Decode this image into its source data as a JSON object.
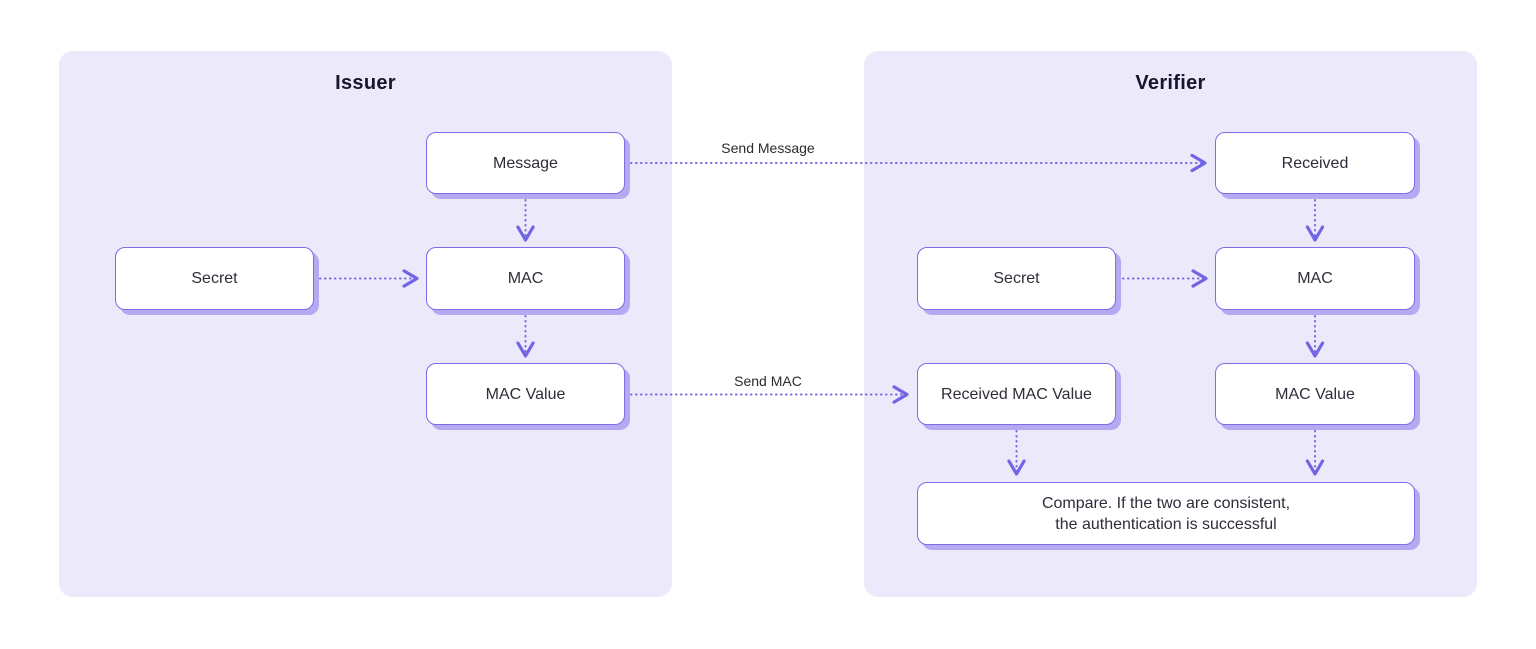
{
  "colors": {
    "page_bg": "#ffffff",
    "panel_bg": "#ece9fb",
    "node_bg": "#ffffff",
    "node_border": "#7e6de6",
    "node_shadow": "#b5aaf2",
    "arrow": "#7165e3",
    "node_text": "#2e2d3a",
    "title_text": "#17162d",
    "edge_label_text": "#2b2b2b"
  },
  "issuer": {
    "title": "Issuer",
    "nodes": {
      "message": "Message",
      "secret": "Secret",
      "mac": "MAC",
      "mac_value": "MAC Value"
    }
  },
  "verifier": {
    "title": "Verifier",
    "nodes": {
      "received": "Received",
      "secret": "Secret",
      "mac": "MAC",
      "received_mac_value": "Received MAC Value",
      "mac_value": "MAC Value",
      "compare_line1": "Compare. If the two are consistent,",
      "compare_line2": "the authentication is successful"
    }
  },
  "edge_labels": {
    "send_message": "Send Message",
    "send_mac": "Send MAC"
  }
}
